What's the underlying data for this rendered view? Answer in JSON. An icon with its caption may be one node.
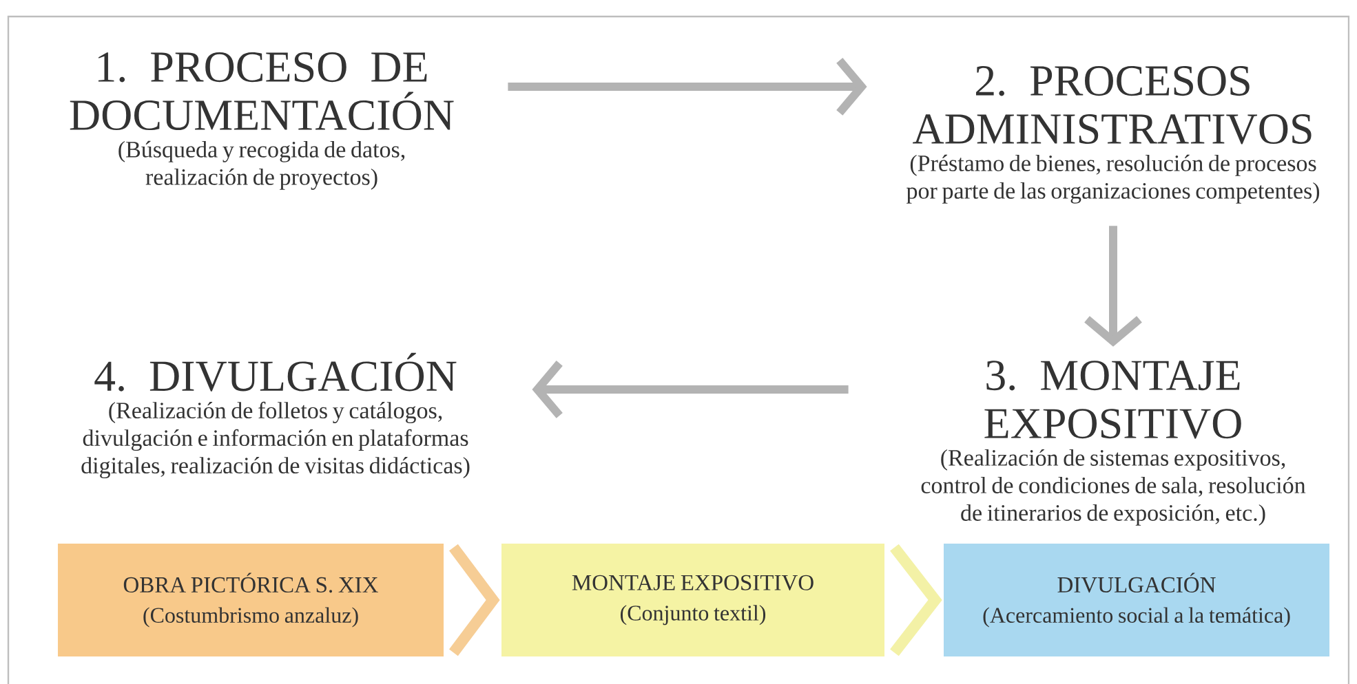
{
  "diagram": {
    "nodes": [
      {
        "text": [
          "1. PROCESO DE DOCUMENTACIÓN",
          "(Búsqueda y recogida de datos, realización de proyectos)"
        ]
      },
      {
        "text": [
          "2. PROCESOS ADMINISTRATIVOS",
          "(Préstamo de bienes, resolución de procesos por parte de las organizaciones competentes)"
        ]
      },
      {
        "text": [
          "3. MONTAJE EXPOSITIVO",
          "(Realización de sistemas expositivos, control de condiciones de sala, resolución de itinerarios de exposición, etc.)"
        ]
      },
      {
        "text": [
          "4. DIVULGACIÓN",
          "(Realización de folletos y catálogos, divulgación e información en plataformas digitales, realización de visitas didácticas)"
        ]
      },
      {
        "text": [
          "OBRA PICTÓRICA S. XIX",
          "(Costumbrismo anzaluz)"
        ]
      },
      {
        "text": [
          "MONTAJE EXPOSITIVO",
          "(Conjunto textil)"
        ]
      },
      {
        "text": [
          "DIVULGACIÓN",
          "(Acercamiento social a la temática)"
        ]
      }
    ],
    "edges": [
      {
        "from": 0,
        "to": 1,
        "arrow": "to"
      },
      {
        "from": 1,
        "to": 2,
        "arrow": "to"
      },
      {
        "from": 2,
        "to": 3,
        "arrow": "to"
      },
      {
        "from": 4,
        "to": 5,
        "arrow": "to",
        "color": "#f6cd95"
      },
      {
        "from": 5,
        "to": 6,
        "arrow": "to",
        "color": "#f3f1a6"
      }
    ]
  }
}
